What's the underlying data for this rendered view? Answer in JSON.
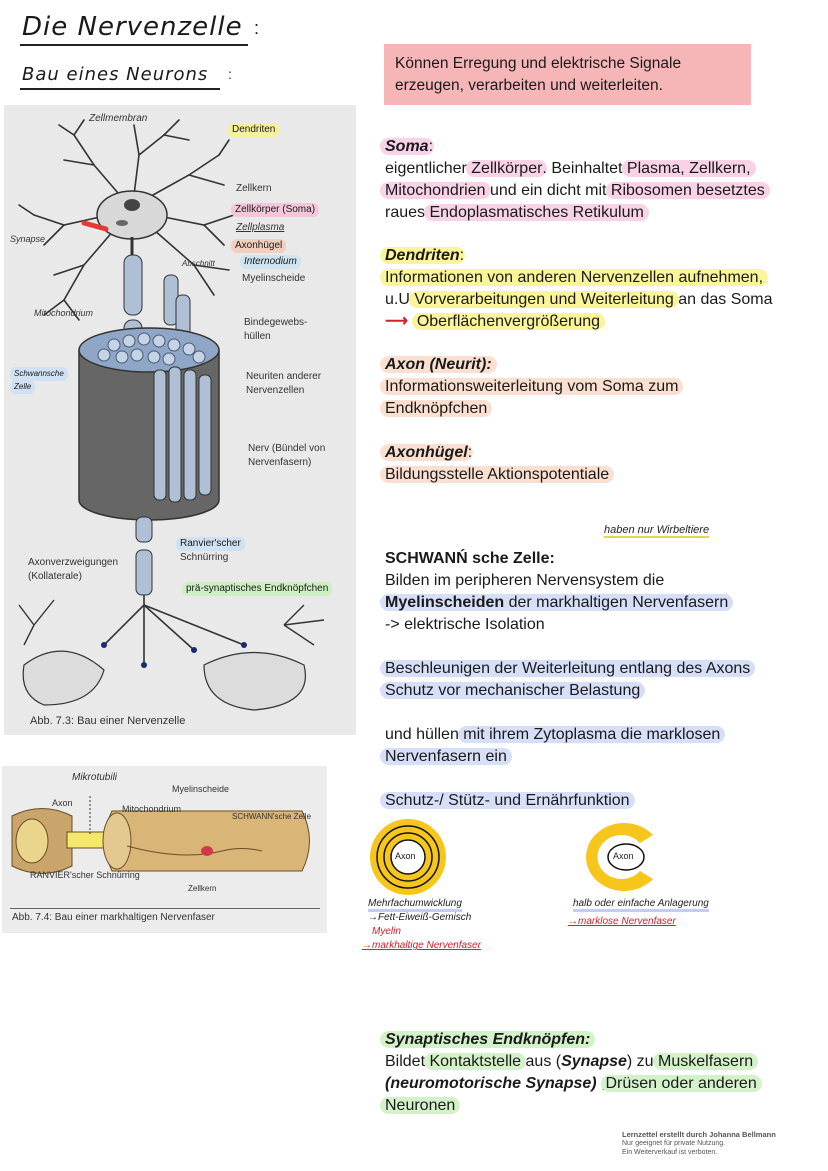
{
  "header": {
    "title": "Die Nervenzelle",
    "title_colon": ":",
    "subtitle": "Bau eines Neurons",
    "subtitle_colon": ":"
  },
  "intro": {
    "line1": "Können Erregung und elektrische Signale",
    "line2": "erzeugen, verarbeiten und weiterleiten."
  },
  "soma": {
    "heading": "Soma",
    "colon": ":",
    "l1a": "eigentlicher ",
    "l1b": "Zellkörper",
    "l1c": ". Beinhaltet ",
    "l1d": "Plasma, Zellkern,",
    "l2a": "Mitochondrien",
    "l2b": " und ein dicht mit ",
    "l2c": "Ribosomen besetztes",
    "l3a": "raues ",
    "l3b": "Endoplasmatisches Retikulum"
  },
  "dendriten": {
    "heading": "Dendriten",
    "colon": ":",
    "l1": "Informationen von anderen Nervenzellen aufnehmen,",
    "l2a": "u.U ",
    "l2b": "Vorverarbeitungen und Weiterleitung",
    "l2c": " an das Soma",
    "arrow": "⟶",
    "l3": "Oberflächenvergrößerung"
  },
  "axon": {
    "heading": "Axon (Neurit):",
    "l1": "Informationsweiterleitung vom Soma zum",
    "l2": "Endknöpfchen"
  },
  "axonhuegel": {
    "heading": "Axonhügel",
    "colon": ":",
    "l1": "Bildungsstelle Aktionspotentiale"
  },
  "schwann": {
    "note": "haben nur Wirbeltiere",
    "heading": "SCHWANŃ sche Zelle:",
    "l1": "Bilden im peripheren Nervensystem die",
    "l2a": "Myelinscheiden",
    "l2b": " der markhaltigen Nervenfasern",
    "l3": "-> elektrische Isolation",
    "p2l1": "Beschleunigen der Weiterleitung entlang des Axons",
    "p2l2": "Schutz vor mechanischer Belastung",
    "p3l1a": "und hüllen ",
    "p3l1b": "mit ihrem Zytoplasma die marklosen",
    "p3l2": "Nervenfasern ein",
    "p4": "Schutz-/ Stütz- und Ernährfunktion"
  },
  "myelin_sketch": {
    "left_axon": "Axon",
    "right_axon": "Axon",
    "left_label": "Mehrfachumwicklung",
    "left_n1": "→Fett-Eiweiß-Gemisch",
    "left_n2": "Myelin",
    "left_n3": "→markhaltige Nervenfaser",
    "right_label": "halb oder einfache Anlagerung",
    "right_n1": "→marklose Nervenfaser",
    "colors": {
      "myelin": "#f7c61c",
      "line": "#111111"
    }
  },
  "synapse": {
    "heading": "Synaptisches Endknöpfen:",
    "l1a": "Bildet ",
    "l1b": "Kontaktstelle",
    "l1c": " aus (",
    "l1d": "Synapse",
    "l1e": ") zu ",
    "l1f": "Muskelfasern",
    "l2a": "(neuromotorische Synapse)",
    "l2b": " ,",
    "l2c": "Drüsen oder anderen",
    "l3": "Neuronen"
  },
  "figure1": {
    "labels": {
      "zellmembran": "Zellmembran",
      "dendriten": "Dendriten",
      "zellkern": "Zellkern",
      "zellkoerper": "Zellkörper (Soma)",
      "zellplasma": "Zellplasma",
      "synapse": "Synapse",
      "axonhuegel": "Axonhügel",
      "abschnitt": "Abschnitt",
      "internodium": "Internodium",
      "myelinscheide": "Myelinscheide",
      "mitochondrium": "Mitochondrium",
      "bindegewebs1": "Bindegewebs-",
      "bindegewebs2": "hüllen",
      "schwann1": "Schwannsche",
      "schwann2": "Zelle",
      "neuriten1": "Neuriten anderer",
      "neuriten2": "Nervenzellen",
      "nerv1": "Nerv (Bündel von",
      "nerv2": "Nervenfasern)",
      "ranvier1": "Ranvier'scher",
      "ranvier2": "Schnürring",
      "axonverzw1": "Axonverzweigungen",
      "axonverzw2": "(Kollaterale)",
      "endknoepfchen": "prä-synaptisches Endknöpfchen"
    },
    "caption": "Abb. 7.3: Bau einer Nervenzelle"
  },
  "figure2": {
    "labels": {
      "mikrotubuli": "Mikrotubili",
      "myelinscheide": "Myelinscheide",
      "axon": "Axon",
      "mitochondrium": "Mitochondrium",
      "schwann": "SCHWANN'sche Zelle",
      "ranvier": "RANVIER'scher Schnürring",
      "zellkern": "Zellkern"
    },
    "caption": "Abb. 7.4: Bau einer markhaltigen Nervenfaser"
  },
  "footer": {
    "l1": "Lernzettel erstellt durch Johanna Bellmann",
    "l2": "Nur geeignet für private Nutzung.",
    "l3": "Ein Weiterverkauf ist verboten."
  }
}
